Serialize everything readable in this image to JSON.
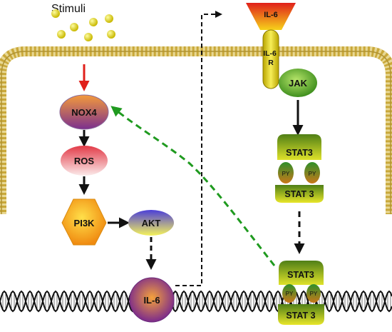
{
  "stimuli_label": "Stimuli",
  "nodes": {
    "nox4": "NOX4",
    "ros": "ROS",
    "pi3k": "PI3K",
    "akt": "AKT",
    "il6_nucleus": "IL-6",
    "il6_ligand": "IL-6",
    "il6r": "IL-6 R",
    "jak": "JAK"
  },
  "stat_complex_cytoplasm": {
    "top": "STAT3",
    "bottom": "STAT 3",
    "py_left": "PY",
    "py_right": "PY"
  },
  "stat_complex_nucleus": {
    "top": "STAT3",
    "bottom": "STAT 3",
    "py_left": "PY",
    "py_right": "PY"
  },
  "colors": {
    "membrane": "#c9a83a",
    "stimulus_arrow": "#e0201b",
    "feedback_arrow": "#1f9a1f",
    "nox4": "#7b3d8f",
    "pi3k": "#f0a21c",
    "akt": "#5a4fd6",
    "jak": "#5fb53c",
    "stat_top": "#6a9a1e",
    "stat_bottom": "#cfd21a"
  }
}
